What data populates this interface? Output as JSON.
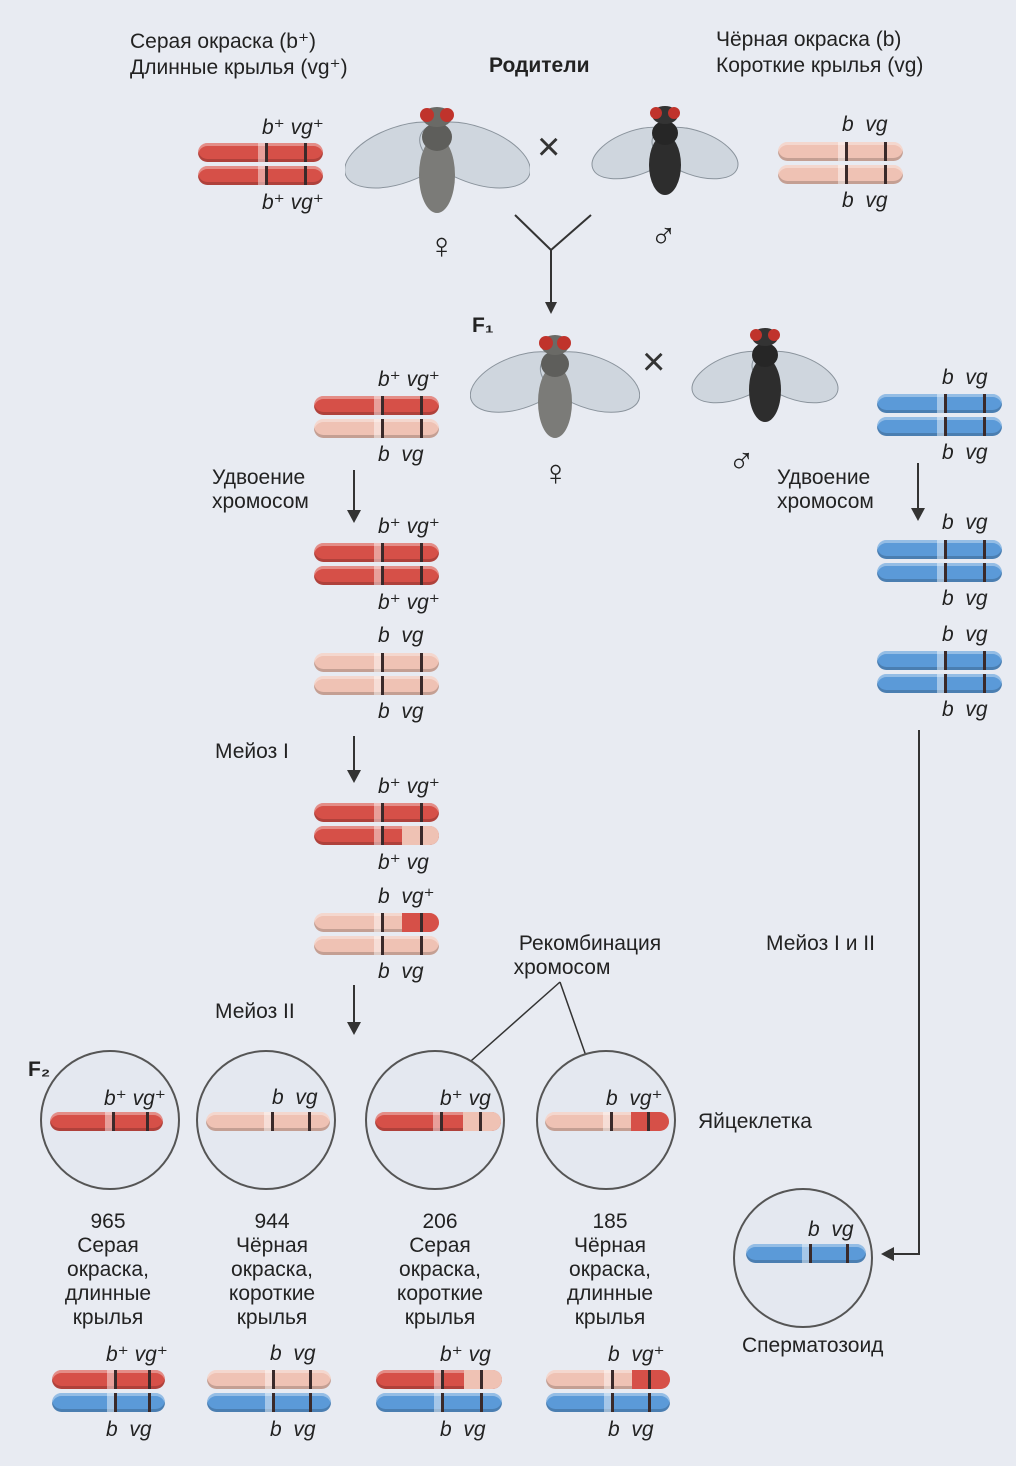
{
  "header": {
    "parents_title": "Родители",
    "female_trait_line1": "Серая окраска (b⁺)",
    "female_trait_line2": "Длинные крылья (vg⁺)",
    "male_trait_line1": "Чёрная окраска (b)",
    "male_trait_line2": "Короткие крылья (vg)"
  },
  "generations": {
    "f1": "F₁",
    "f2": "F₂"
  },
  "symbols": {
    "female": "♀",
    "male": "♂",
    "cross": "×"
  },
  "gene_labels": {
    "bplus_vgplus": "b⁺ vg⁺",
    "b_vg": "b  vg",
    "bplus_vg": "b⁺ vg",
    "b_vgplus": "b  vg⁺"
  },
  "process_labels": {
    "duplication_line1": "Удвоение",
    "duplication_line2": "хромосом",
    "meiosis1": "Мейоз I",
    "meiosis2": "Мейоз II",
    "meiosis12": "Мейоз I и II",
    "recombination_line1": "Рекомбинация",
    "recombination_line2": "хромосом",
    "egg": "Яйцеклетка",
    "sperm": "Сперматозоид"
  },
  "offspring": [
    {
      "count": "965",
      "l1": "Серая",
      "l2": "окраска,",
      "l3": "длинные",
      "l4": "крылья"
    },
    {
      "count": "944",
      "l1": "Чёрная",
      "l2": "окраска,",
      "l3": "короткие",
      "l4": "крылья"
    },
    {
      "count": "206",
      "l1": "Серая",
      "l2": "окраска,",
      "l3": "короткие",
      "l4": "крылья"
    },
    {
      "count": "185",
      "l1": "Чёрная",
      "l2": "окраска,",
      "l3": "длинные",
      "l4": "крылья"
    }
  ],
  "colors": {
    "dominant_chromosome": "#d65048",
    "recessive_chromosome": "#efc2b4",
    "male_chromosome": "#5b9ad8"
  }
}
